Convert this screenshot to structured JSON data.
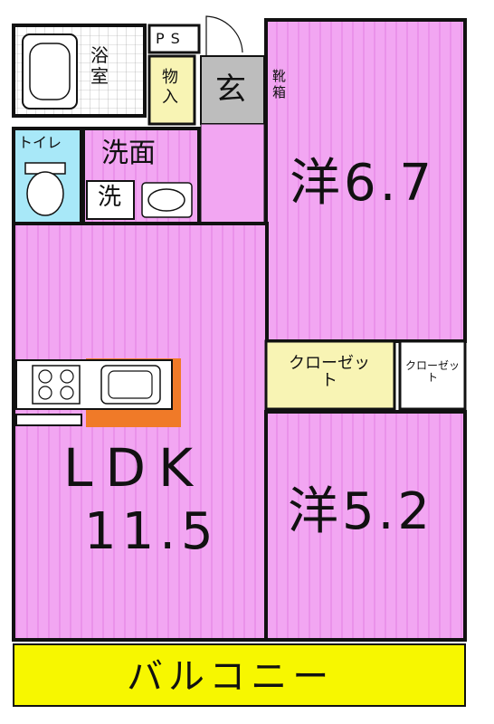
{
  "colors": {
    "room_pink": "#f2a6f2",
    "floor_stripe": "#e27fe2",
    "wall": "#111111",
    "balcony_yellow": "#f7f700",
    "closet_yellow": "#f8f4b4",
    "entrance_gray": "#bdbdbd",
    "toilet_blue": "#a8e8f8",
    "kitchen_orange": "#f07a28"
  },
  "rooms": {
    "bath": "浴室",
    "ps": "PS",
    "storage": "物入",
    "entrance": "玄",
    "shoe_box": "靴箱",
    "toilet": "トイレ",
    "washroom": "洗面",
    "washer": "洗",
    "western_1": "洋6.7",
    "closet_1": "クローゼット",
    "closet_2": "クローゼット",
    "ldk_name": "LDK",
    "ldk_size": "11.5",
    "western_2": "洋5.2",
    "balcony": "バルコニー"
  }
}
